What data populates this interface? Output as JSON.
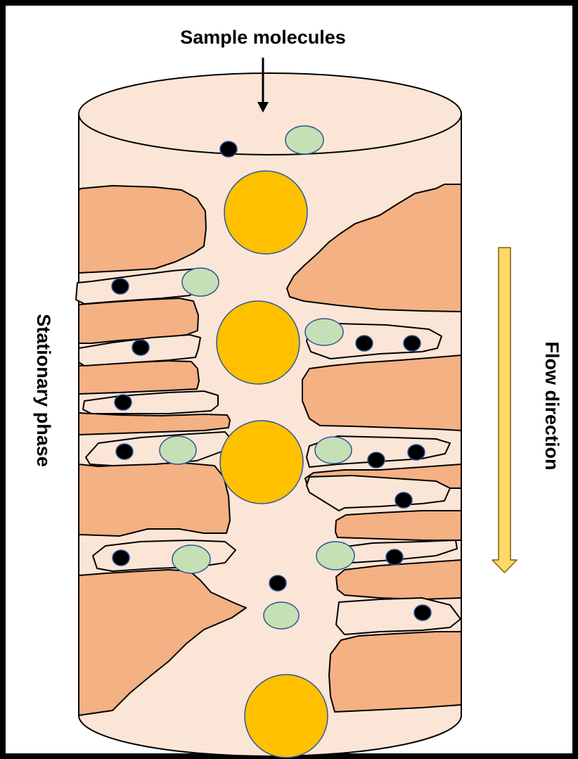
{
  "labels": {
    "top": "Sample molecules",
    "left": "Stationary phase",
    "right": "Flow direction"
  },
  "colors": {
    "border": "#000000",
    "column_fill": "#fbe5d6",
    "stationary_phase": "#f4b183",
    "large_molecule": "#ffc000",
    "medium_molecule": "#c5e0b4",
    "small_molecule": "#000000",
    "molecule_outline": "#2f5597",
    "flow_arrow": "#ffd966",
    "flow_arrow_outline": "#7f6000"
  }
}
